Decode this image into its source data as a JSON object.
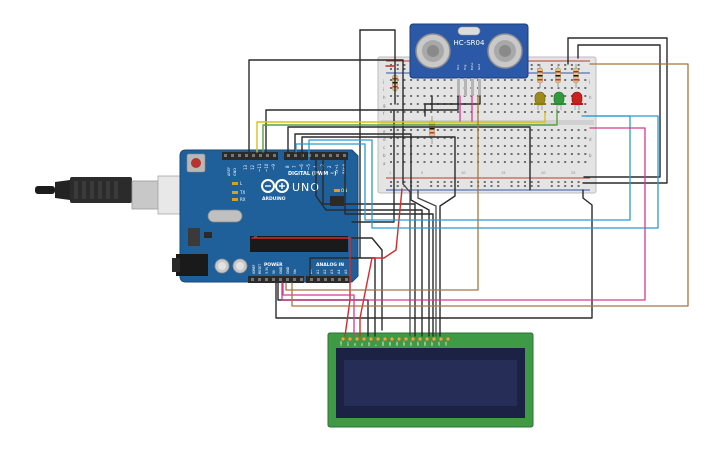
{
  "sensor": {
    "label": "HC-SR04",
    "pins": [
      "Vcc",
      "Trig",
      "Echo",
      "Gnd"
    ]
  },
  "arduino": {
    "brand": "ARDUINO",
    "model": "UNO",
    "aref_label": "AREF",
    "gnd_label": "GND",
    "digital_label": "DIGITAL (PWM ~)",
    "on_label": "ON",
    "l_label": "L",
    "tx_label": "TX",
    "rx_label": "RX",
    "power_label": "POWER",
    "analog_label": "ANALOG IN",
    "ioref_label": "IOREF",
    "reset_label": "RESET",
    "v33_label": "3.3V",
    "v5_label": "5V",
    "gnd1_label": "GND",
    "gnd2_label": "GND",
    "vin_label": "Vin",
    "a0": "A0",
    "a1": "A1",
    "a2": "A2",
    "a3": "A3",
    "a4": "A4",
    "a5": "A5",
    "d13": "13",
    "d12": "12",
    "d11": "~11",
    "d10": "~10",
    "d9": "~9",
    "d8": "8",
    "d7": "7",
    "d6": "~6",
    "d5": "~5",
    "d4": "4",
    "d3": "~3",
    "d2": "2",
    "tx1": "TX→1",
    "rx0": "RX←0"
  },
  "breadboard": {
    "rows_top": [
      "j",
      "i",
      "h",
      "g",
      "f"
    ],
    "rows_bottom": [
      "e",
      "d",
      "c",
      "b",
      "a"
    ],
    "col_marks": [
      "1",
      "5",
      "10",
      "15",
      "20",
      "25",
      "30"
    ]
  },
  "lcd": {
    "pin_labels": [
      "GND",
      "VCC",
      "V0",
      "RS",
      "RW",
      "E",
      "DB0",
      "DB1",
      "DB2",
      "DB3",
      "DB4",
      "DB5",
      "DB6",
      "DB7",
      "LED",
      "LED"
    ]
  },
  "colors": {
    "arduino_blue": "#1f5f9a",
    "breadboard": "#e3e3e3",
    "lcd_pcb": "#3e9a44",
    "lcd_screen": "#262e58",
    "sensor_blue": "#2c58a8",
    "led_yellow": "#9c8a1a",
    "led_green": "#2f9a3a",
    "led_red": "#c8211e"
  }
}
